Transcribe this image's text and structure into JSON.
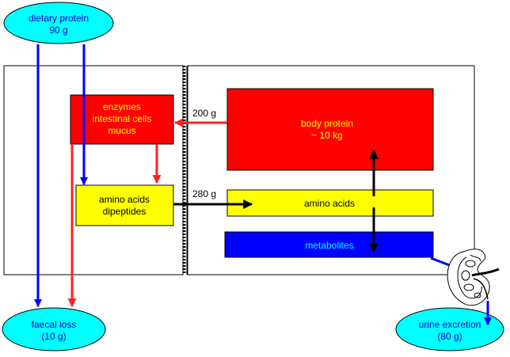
{
  "nodes": {
    "dietary_protein": {
      "line1": "dietary protein",
      "line2": "90 g"
    },
    "faecal_loss": {
      "line1": "faecal loss",
      "line2": "(10 g)"
    },
    "urine_excretion": {
      "line1": "urine excretion",
      "line2": "(80 g)"
    },
    "enzymes": {
      "line1": "enzymes",
      "line2": "intestinal cells",
      "line3": "mucus"
    },
    "amino_acids_dipeptides": {
      "line1": "amino acids",
      "line2": "dipeptides"
    },
    "body_protein": {
      "line1": "body protein",
      "line2": "~ 10 kg"
    },
    "amino_acids": {
      "line1": "amino acids"
    },
    "metabolites": {
      "line1": "metabolites"
    }
  },
  "flows": {
    "secretion": "200 g",
    "absorption": "280 g"
  },
  "icons": {
    "kidney": "kidney-icon"
  },
  "colors": {
    "ellipse_fill": "#00ffff",
    "ellipse_text": "#0000cc",
    "red_box": "#ff0000",
    "yellow_box": "#ffff00",
    "blue_box": "#0000ff",
    "arrow_blue": "#0000ff",
    "arrow_red": "#ff2020",
    "arrow_black": "#000000",
    "red_box_text": "#ffff00",
    "metabolites_text": "#00ffff"
  }
}
